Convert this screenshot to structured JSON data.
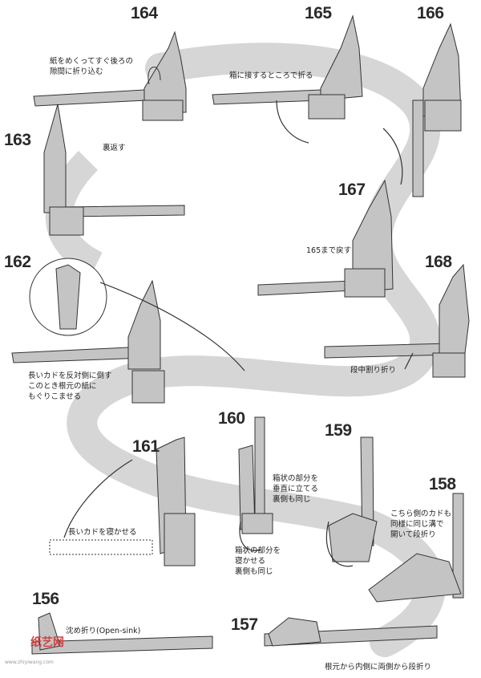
{
  "steps": [
    {
      "number": "164"
    },
    {
      "number": "165"
    },
    {
      "number": "166"
    },
    {
      "number": "163"
    },
    {
      "number": "167"
    },
    {
      "number": "162"
    },
    {
      "number": "168"
    },
    {
      "number": "160"
    },
    {
      "number": "161"
    },
    {
      "number": "159"
    },
    {
      "number": "158"
    },
    {
      "number": "156"
    },
    {
      "number": "157"
    }
  ],
  "notes": {
    "n164": "紙をめくってすぐ後ろの\n隙間に折り込む",
    "n165": "箱に接するところで折る",
    "n163": "裏返す",
    "n167": "165まで戻す",
    "n162": "長いカドを反対側に倒す\nこのとき根元の紙に\nもぐりこませる",
    "n168": "段中割り折り",
    "n161": "長いカドを寝かせる",
    "n160": "箱状の部分を\n寝かせる\n裏側も同じ",
    "n159": "箱状の部分を\n垂直に立てる\n裏側も同じ",
    "n158": "こちら側のカドも\n同様に同じ溝で\n開いて段折り",
    "n156": "沈め折り(Open-sink)",
    "n157": "根元から内側に両側から段折り"
  },
  "watermark": {
    "text": "纸艺网",
    "sub": "www.zhiyiwang.com"
  },
  "colors": {
    "path": "#d4d4d4",
    "paper": "#bdbdbd",
    "line": "#333333"
  }
}
